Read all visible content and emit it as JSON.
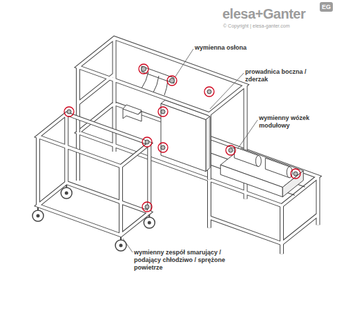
{
  "diagram": {
    "nodes": [
      {
        "text": [
          "EG"
        ]
      }
    ],
    "labels": [
      "elesa+Ganter",
      "© Copyright | elesa-ganter.com",
      "wymienna osłona",
      "prowadnica boczna / zderzak",
      "wymienny wózek modułowy",
      "wymienny zespół smarujący / podający chłodziwo / sprężone powietrze"
    ]
  }
}
